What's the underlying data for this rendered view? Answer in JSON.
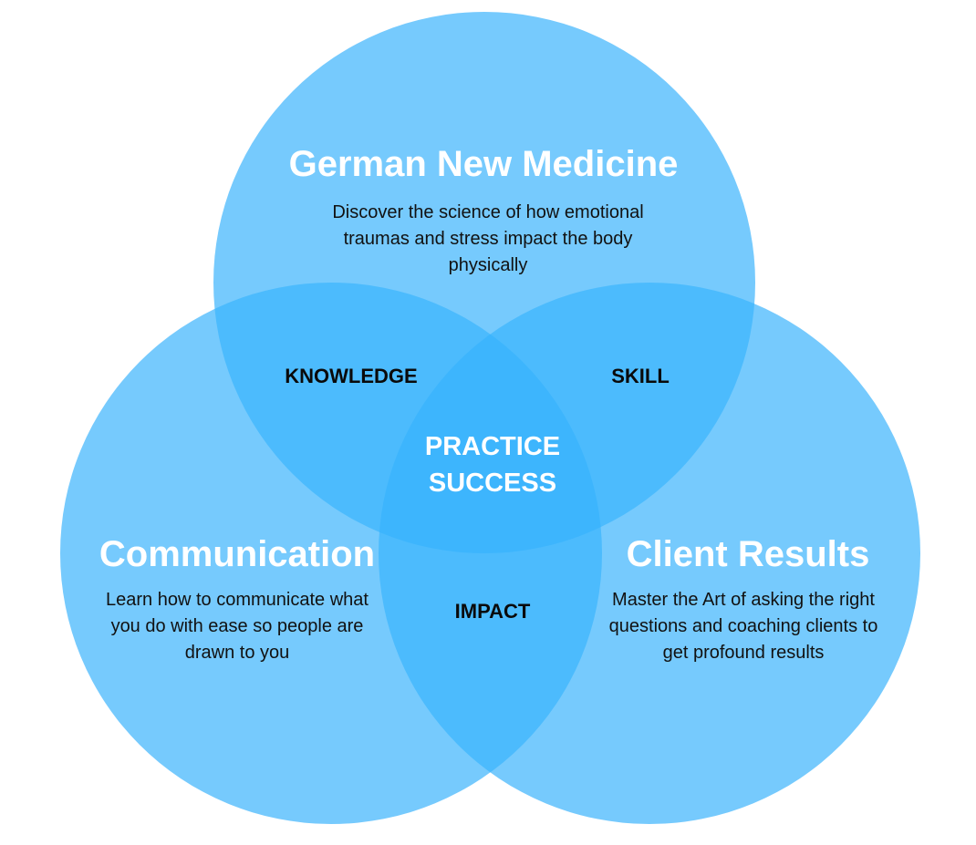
{
  "colors": {
    "single": "#76cafd",
    "double": "#4cbbfd",
    "triple": "#3db5fd"
  },
  "circles": [
    {
      "title": "German New Medicine",
      "description": "Discover the science of how emotional traumas and stress impact the body physically"
    },
    {
      "title": "Communication",
      "description": "Learn how to communicate what you do with ease so people are drawn to you"
    },
    {
      "title": "Client Results",
      "description": "Master the Art of asking the right questions and coaching clients to get profound results"
    }
  ],
  "overlaps": {
    "top_left": "KNOWLEDGE",
    "top_right": "SKILL",
    "bottom": "IMPACT"
  },
  "center": {
    "line1": "PRACTICE",
    "line2": "SUCCESS"
  }
}
